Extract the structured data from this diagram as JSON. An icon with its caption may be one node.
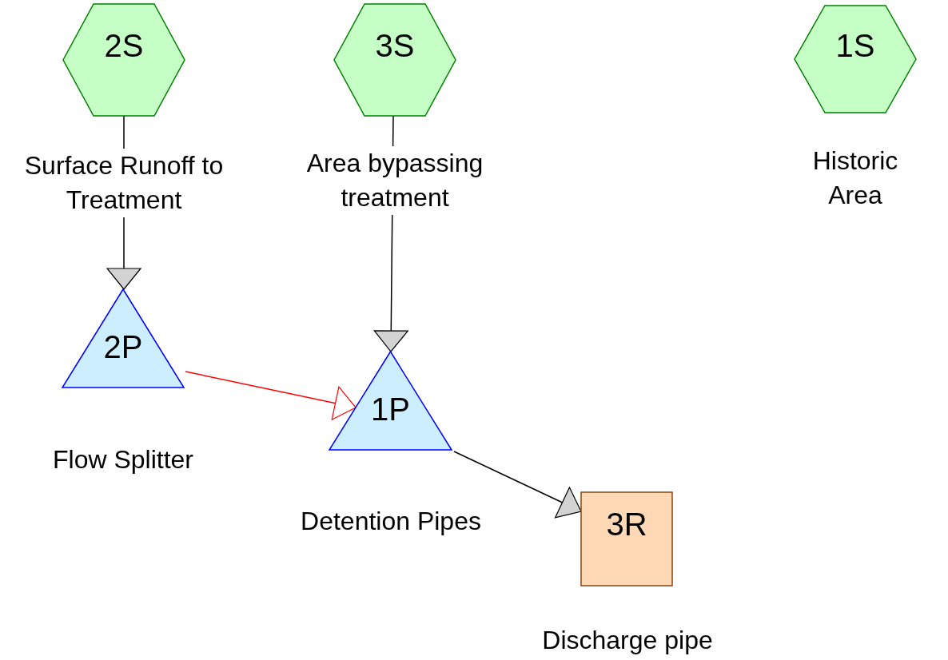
{
  "diagram": {
    "nodes": [
      {
        "text": [
          "2S"
        ],
        "beside": [
          "Surface Runoff to Treatment"
        ]
      },
      {
        "text": [
          "3S"
        ],
        "beside": [
          "Area bypassing treatment"
        ]
      },
      {
        "text": [
          "1S"
        ],
        "beside": [
          "Historic Area"
        ]
      },
      {
        "text": [
          "2P"
        ],
        "beside": [
          "Flow Splitter"
        ]
      },
      {
        "text": [
          "1P"
        ],
        "beside": [
          "Detention Pipes"
        ]
      },
      {
        "text": [
          "3R"
        ],
        "beside": [
          "Discharge pipe"
        ]
      }
    ],
    "edges": [
      {
        "from": 0,
        "to": 3,
        "arrow": "to"
      },
      {
        "from": 1,
        "to": 4,
        "arrow": "to"
      },
      {
        "from": 3,
        "to": 4,
        "arrow": "to",
        "color": "#ff0000"
      },
      {
        "from": 4,
        "to": 5,
        "arrow": "to"
      }
    ]
  }
}
